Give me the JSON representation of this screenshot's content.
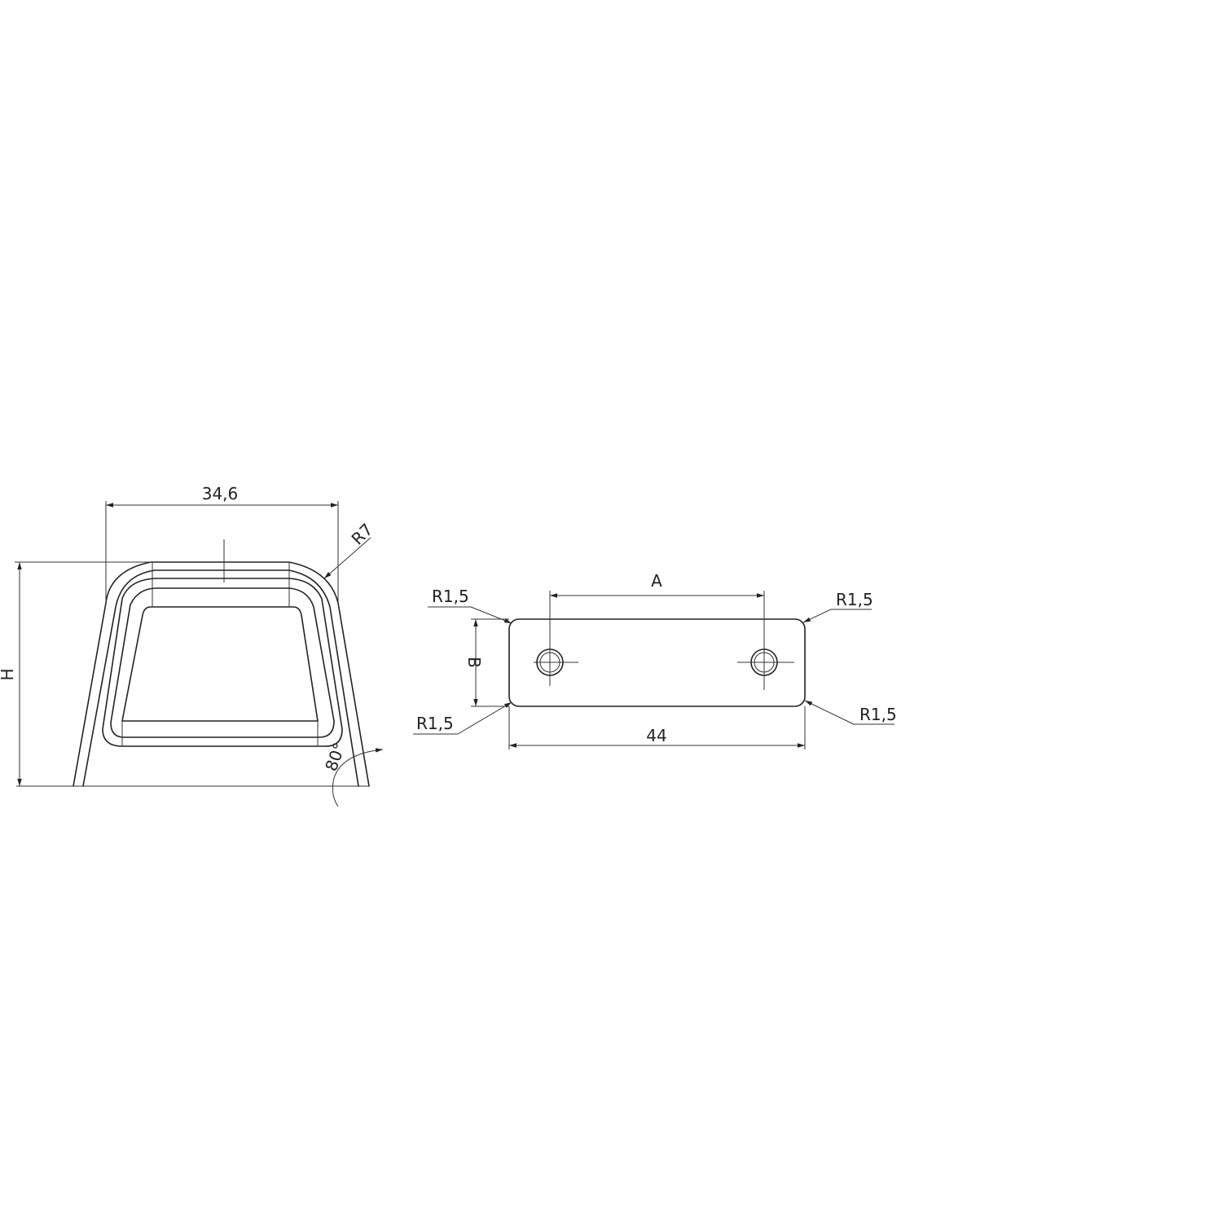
{
  "colors": {
    "line": "#222222",
    "background": "#ffffff"
  },
  "side_view": {
    "top_width": "34,6",
    "height": "H",
    "bend_radius": "R7",
    "angle": "80°"
  },
  "top_view": {
    "hole_spacing": "A",
    "width": "B",
    "length": "44",
    "corner_top_left": "R1,5",
    "corner_top_right": "R1,5",
    "corner_bottom_left": "R1,5",
    "corner_bottom_right": "R1,5"
  }
}
